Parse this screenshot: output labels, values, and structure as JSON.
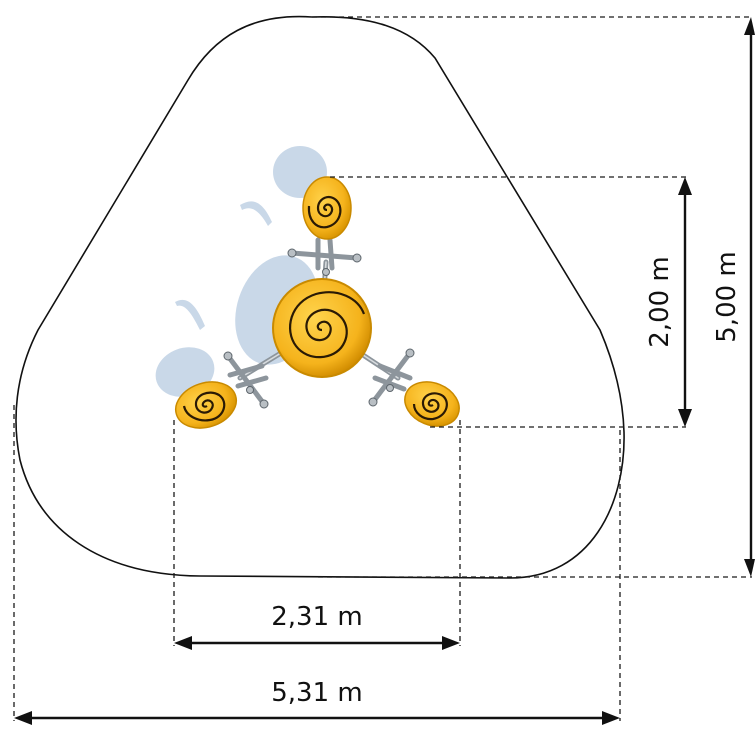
{
  "dimensions": {
    "center_spacing_width": "2,31 m",
    "overall_width": "5,31 m",
    "center_spacing_depth": "2,00 m",
    "overall_depth": "5,00 m"
  },
  "colors": {
    "seat_fill": "#f5b31c",
    "seat_edge": "#c98a00",
    "frame": "#8d959c",
    "shadow": "#b7cbe0",
    "line": "#111111"
  }
}
